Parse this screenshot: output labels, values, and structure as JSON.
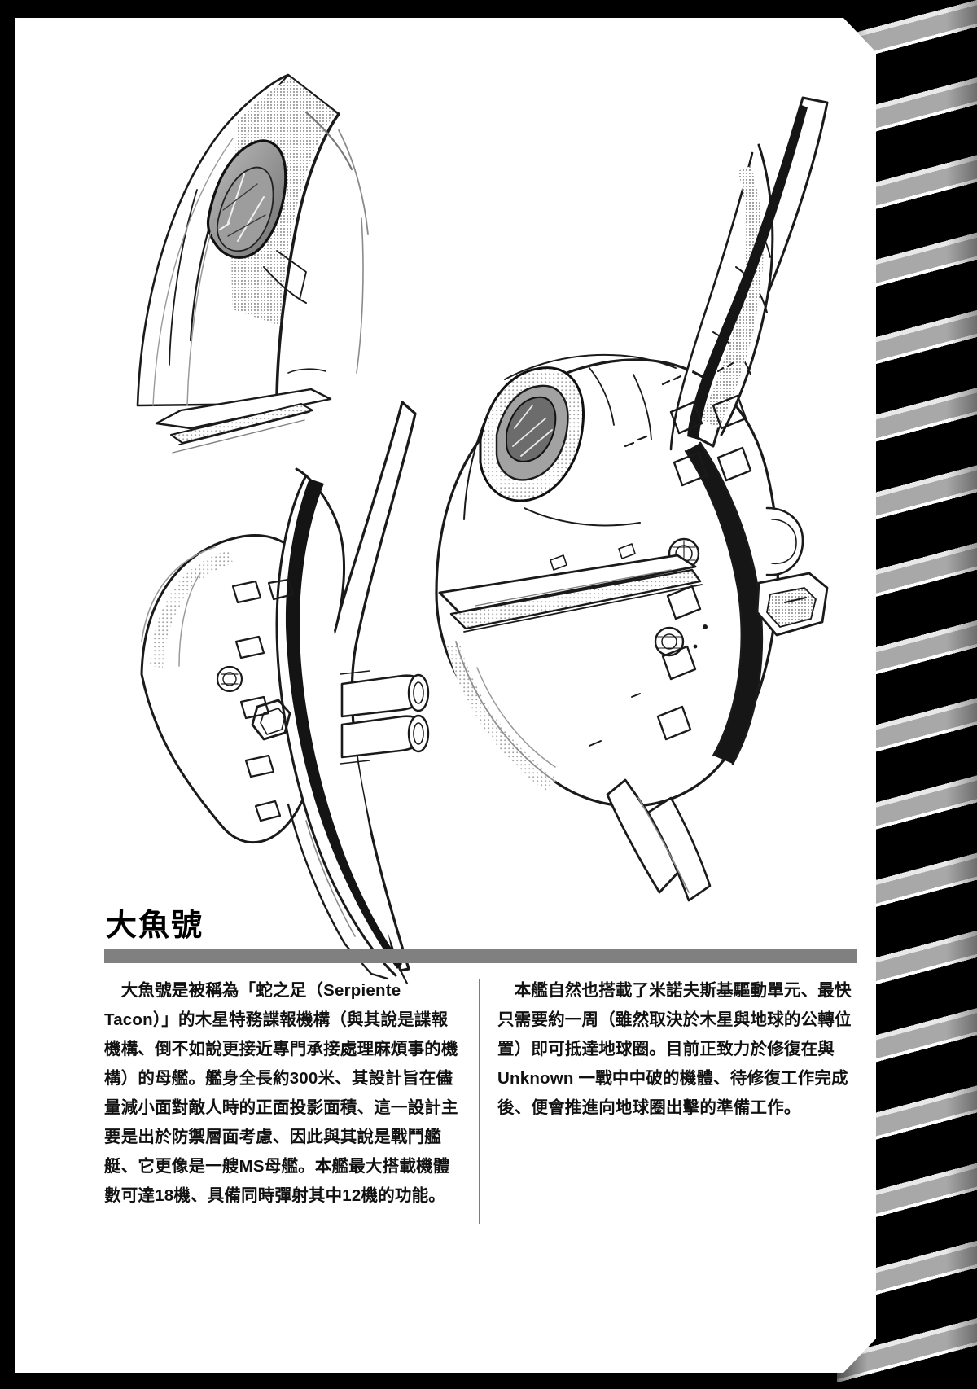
{
  "page": {
    "background_color": "#ffffff",
    "frame_color": "#000000",
    "accent_rule_color": "#808080"
  },
  "artwork": {
    "caption_figure_name": "daigyo-battleship-lineart",
    "views": [
      {
        "name": "bow-closeup-view"
      },
      {
        "name": "side-profile-view"
      },
      {
        "name": "three-quarter-main-view"
      }
    ]
  },
  "ship": {
    "title": "大魚號",
    "columns": {
      "left": "　大魚號是被稱為「蛇之足（Serpiente Tacon）」的木星特務諜報機構（與其說是諜報機構、倒不如說更接近專門承接處理麻煩事的機構）的母艦。艦身全長約300米、其設計旨在儘量減小面對敵人時的正面投影面積、這一設計主要是出於防禦層面考慮、因此與其說是戰鬥艦艇、它更像是一艘MS母艦。本艦最大搭載機體數可達18機、具備同時彈射其中12機的功能。",
      "right": "　本艦自然也搭載了米諾夫斯基驅動單元、最快只需要約一周（雖然取決於木星與地球的公轉位置）即可抵達地球圈。目前正致力於修復在與 Unknown 一戰中中破的機體、待修復工作完成後、便會推進向地球圈出擊的準備工作。"
    }
  },
  "facts": {
    "ship_length_m": "300",
    "max_mobile_suit_capacity": "18",
    "simultaneous_catapult_launch": "12",
    "travel_time_to_earth_sphere": "約一周",
    "organization_name_jp": "蛇之足",
    "organization_name_es": "Serpiente Tacon",
    "drive_unit": "米諾夫斯基驅動單元",
    "enemy_reference": "Unknown"
  }
}
